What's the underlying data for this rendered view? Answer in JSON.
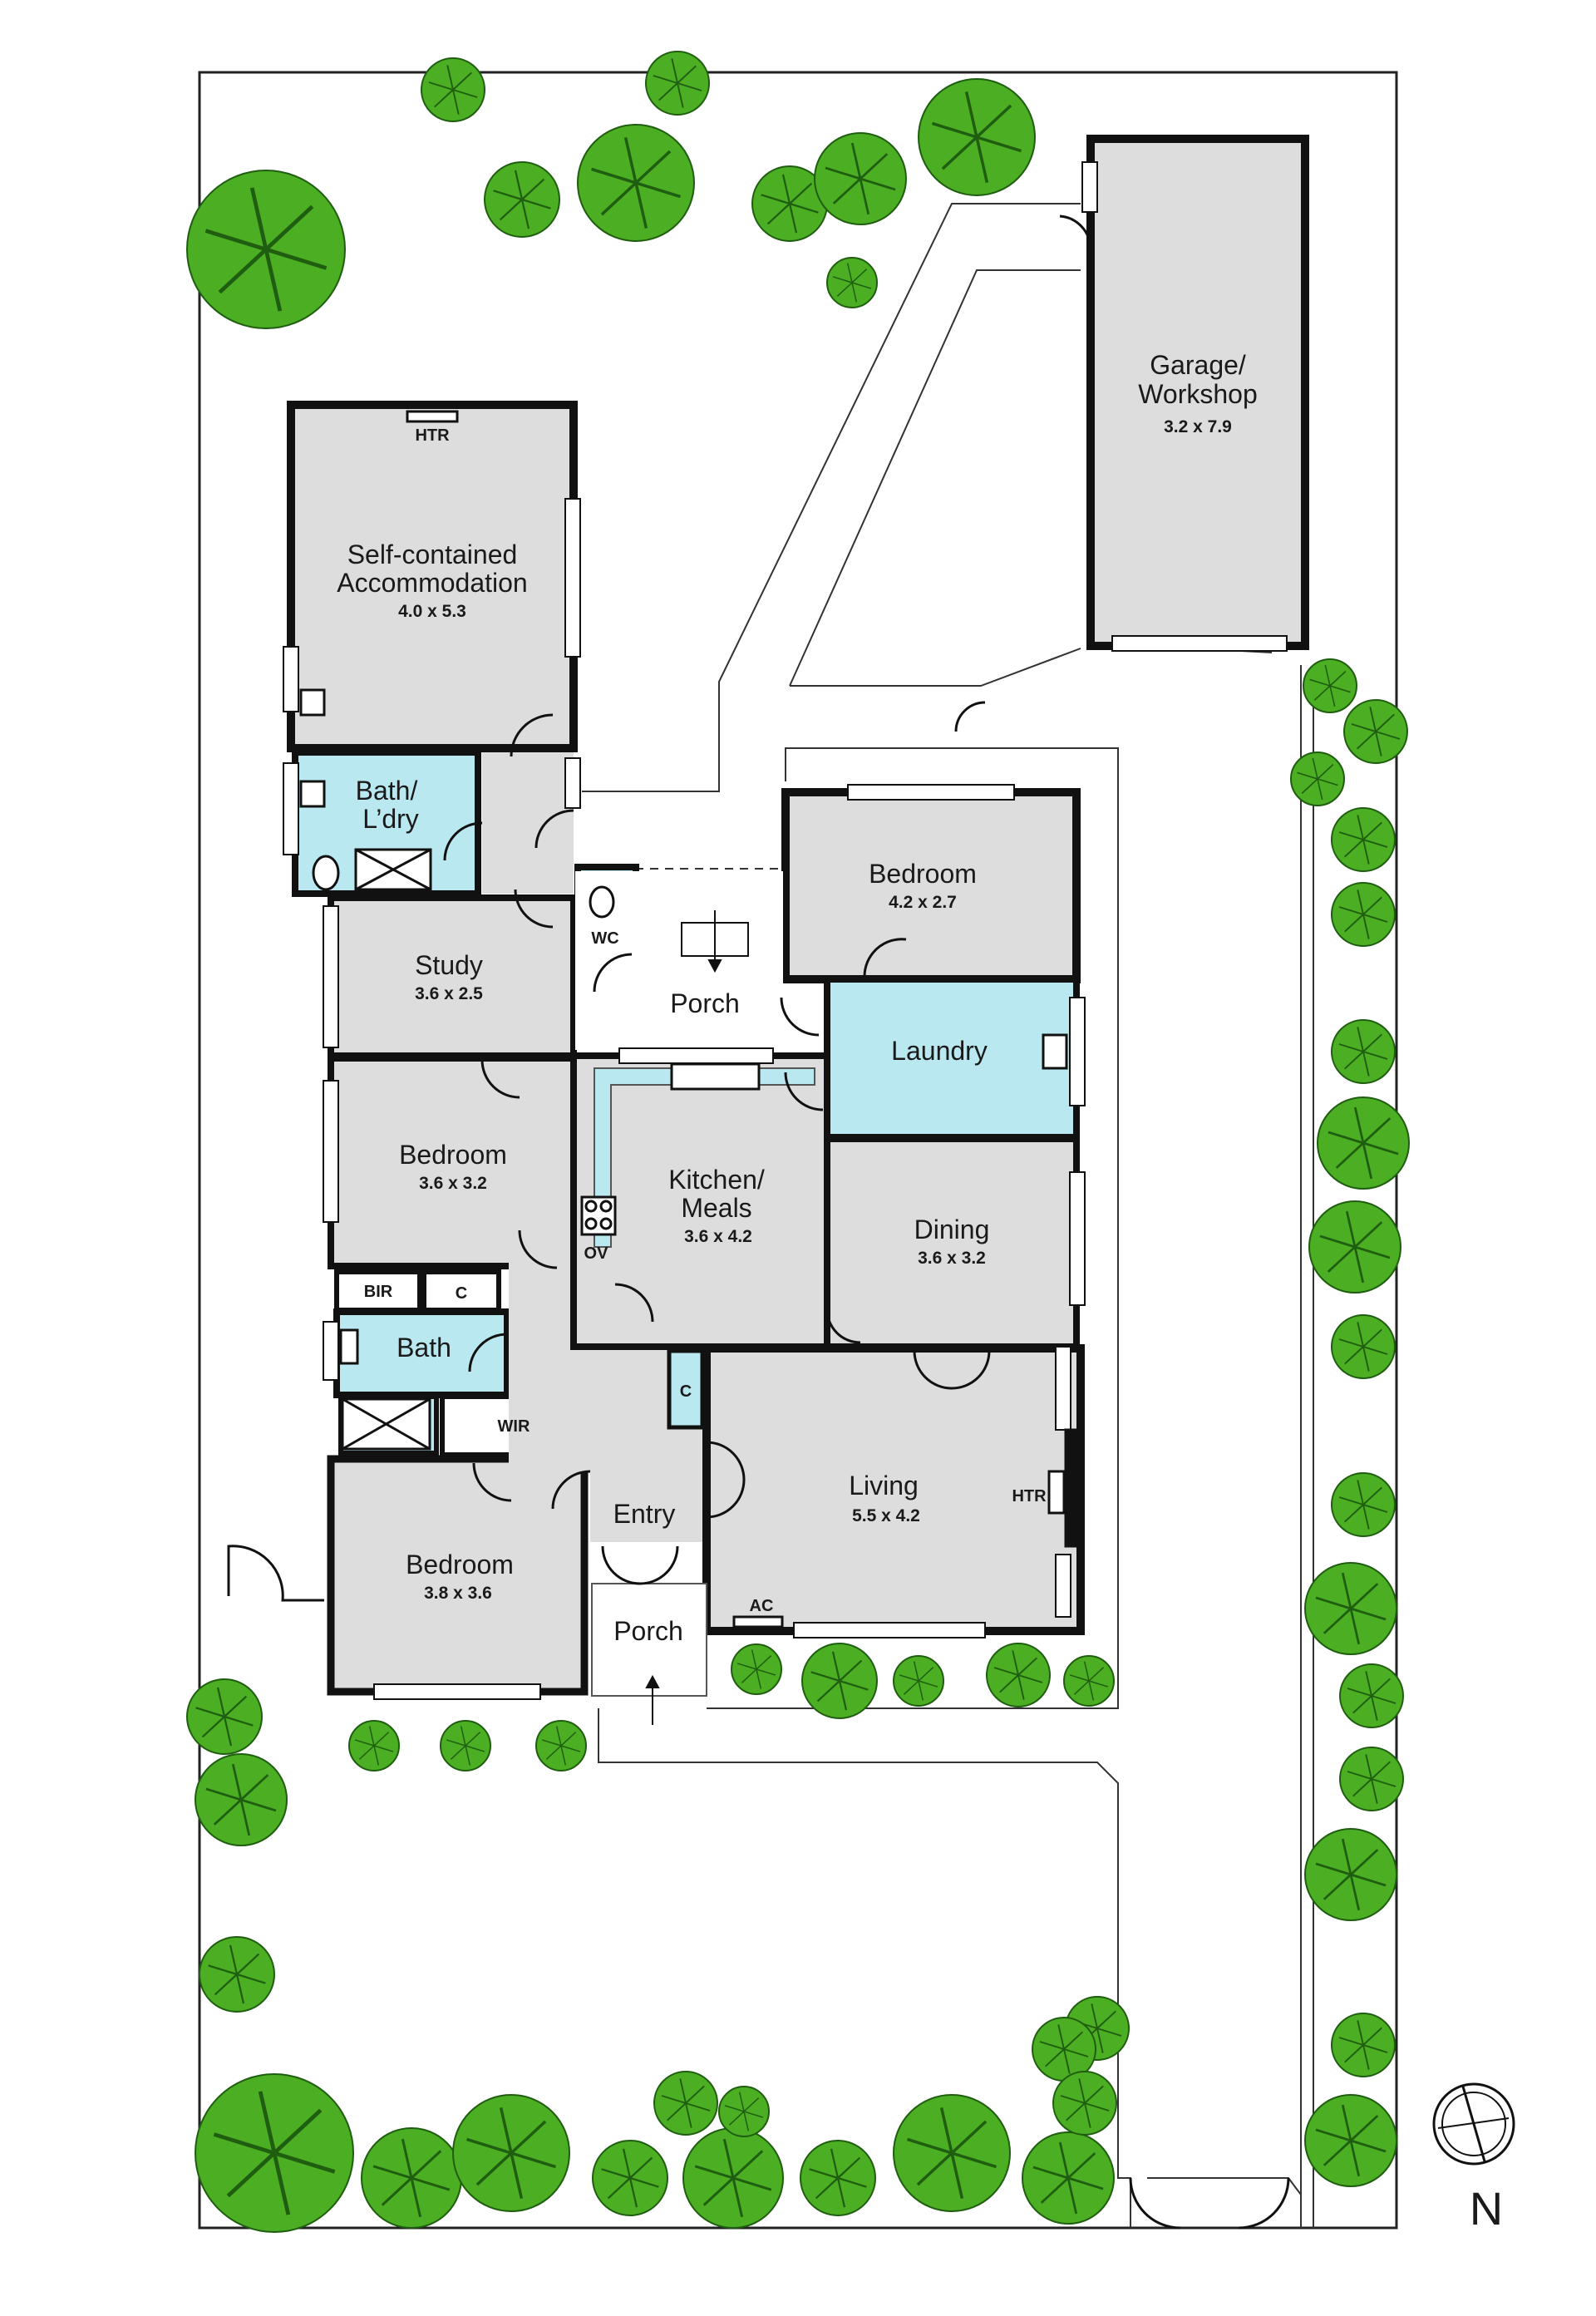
{
  "colors": {
    "room_fill": "#dddddd",
    "wet_fill": "#b9e8f0",
    "wall": "#111111",
    "tree_fill": "#4cae22",
    "tree_stroke": "#1f5e10",
    "outline": "#222222"
  },
  "rooms": {
    "accommodation": {
      "name_line1": "Self-contained",
      "name_line2": "Accommodation",
      "dims": "4.0 x 5.3"
    },
    "bath_ldry": {
      "name_line1": "Bath/",
      "name_line2": "L’dry"
    },
    "study": {
      "name": "Study",
      "dims": "3.6 x 2.5"
    },
    "bedroom_middle": {
      "name": "Bedroom",
      "dims": "3.6 x 3.2"
    },
    "bedroom_front": {
      "name": "Bedroom",
      "dims": "3.8 x 3.6"
    },
    "bedroom_rear": {
      "name": "Bedroom",
      "dims": "4.2 x 2.7"
    },
    "bath": {
      "name": "Bath"
    },
    "laundry": {
      "name": "Laundry"
    },
    "kitchen": {
      "name_line1": "Kitchen/",
      "name_line2": "Meals",
      "dims": "3.6 x 4.2"
    },
    "dining": {
      "name": "Dining",
      "dims": "3.6 x 3.2"
    },
    "living": {
      "name": "Living",
      "dims": "5.5 x 4.2"
    },
    "entry": {
      "name": "Entry"
    },
    "porch_rear": {
      "name": "Porch"
    },
    "porch_front": {
      "name": "Porch"
    },
    "garage": {
      "name_line1": "Garage/",
      "name_line2": "Workshop",
      "dims": "3.2 x 7.9"
    }
  },
  "fixtures": {
    "htr_top": "HTR",
    "htr_living": "HTR",
    "wc": "WC",
    "bir": "BIR",
    "cupboard_1": "C",
    "cupboard_2": "C",
    "wir": "WIR",
    "oven": "OV",
    "ac": "AC"
  },
  "compass": {
    "label": "N"
  }
}
